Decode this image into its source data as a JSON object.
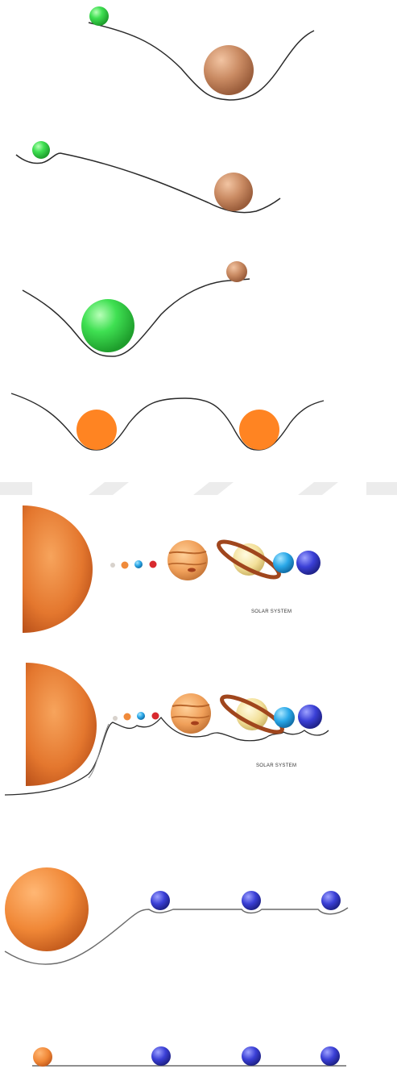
{
  "colors": {
    "background": "#ffffff",
    "curve": "#2a2a2a",
    "curve_light": "#8a8a8a",
    "separator": "#e9e9e9",
    "green": "#35d64a",
    "brown": "#c98a62",
    "orange_flat": "#ff8422",
    "sun": "#e4772e",
    "blue_planet": "#3a3fd6",
    "cyan_planet": "#2aa8e8",
    "red_planet": "#d8292e",
    "jupiter": "#f0a05a",
    "saturn": "#f3e09a",
    "saturn_ring": "#a0461d"
  },
  "panels": [
    {
      "id": "well-1",
      "description": "small green ball on slope, large brown ball in well"
    },
    {
      "id": "well-2",
      "description": "small green ball in shallow dip, brown ball in right well"
    },
    {
      "id": "well-3",
      "description": "large green ball in deep well, small brown ball on rim"
    },
    {
      "id": "double-well",
      "description": "two orange balls in adjacent wells"
    },
    {
      "id": "solar-system-flat",
      "caption": "SOLAR SYSTEM"
    },
    {
      "id": "solar-system-curved",
      "caption": "SOLAR SYSTEM"
    },
    {
      "id": "star-planets-curved",
      "description": "orange star with three blue planets on curve"
    },
    {
      "id": "star-planets-flat",
      "description": "small orange dot with three blue planets on line"
    }
  ]
}
